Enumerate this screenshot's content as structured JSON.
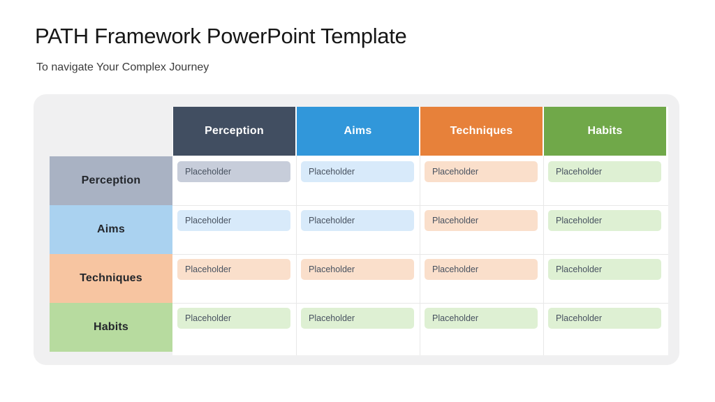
{
  "header": {
    "title": "PATH Framework PowerPoint Template",
    "subtitle": "To navigate Your Complex Journey"
  },
  "matrix": {
    "column_headers": [
      {
        "label": "Perception",
        "color": "#414e61"
      },
      {
        "label": "Aims",
        "color": "#3197da"
      },
      {
        "label": "Techniques",
        "color": "#e7813a"
      },
      {
        "label": "Habits",
        "color": "#70a849"
      }
    ],
    "row_headers": [
      {
        "label": "Perception",
        "color": "#a9b2c3"
      },
      {
        "label": "Aims",
        "color": "#aad2f0"
      },
      {
        "label": "Techniques",
        "color": "#f7c5a1"
      },
      {
        "label": "Habits",
        "color": "#b7db9f"
      }
    ],
    "cells": [
      [
        "Placeholder",
        "Placeholder",
        "Placeholder",
        "Placeholder"
      ],
      [
        "Placeholder",
        "Placeholder",
        "Placeholder",
        "Placeholder"
      ],
      [
        "Placeholder",
        "Placeholder",
        "Placeholder",
        "Placeholder"
      ],
      [
        "Placeholder",
        "Placeholder",
        "Placeholder",
        "Placeholder"
      ]
    ],
    "cell_color_index": [
      [
        0,
        1,
        2,
        3
      ],
      [
        1,
        1,
        2,
        3
      ],
      [
        2,
        2,
        2,
        3
      ],
      [
        3,
        3,
        3,
        3
      ]
    ],
    "chip_colors": [
      "#c7cdda",
      "#d8eafa",
      "#fadfcb",
      "#def0d3"
    ]
  }
}
